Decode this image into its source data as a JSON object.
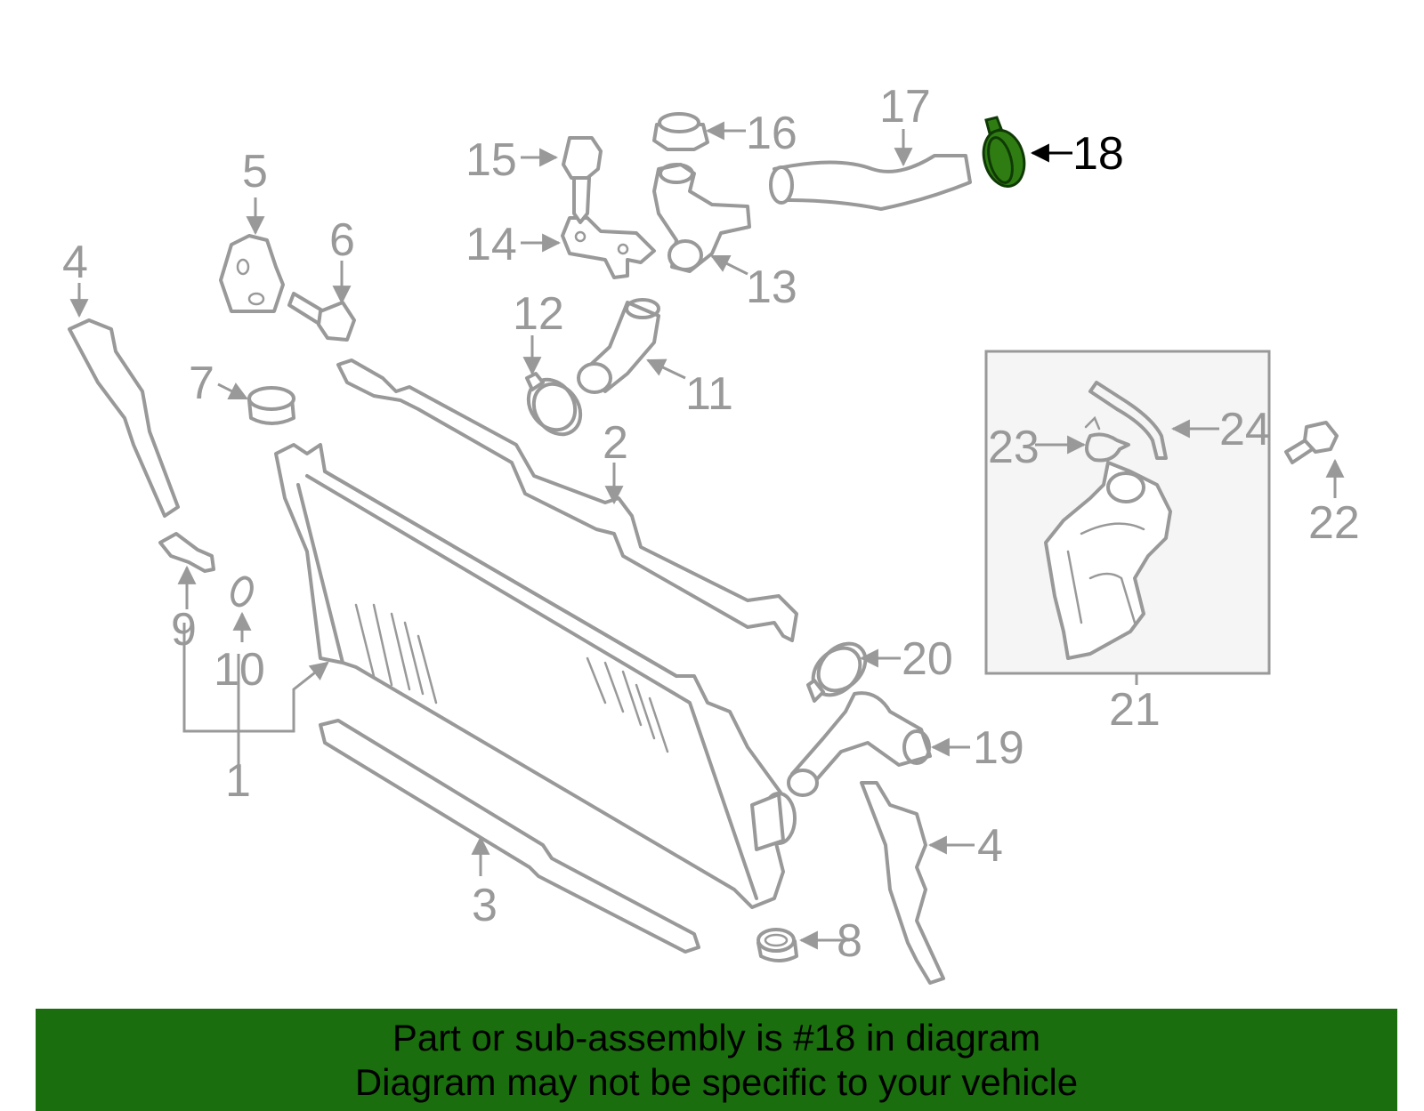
{
  "diagram": {
    "callouts": {
      "c1": "1",
      "c2": "2",
      "c3": "3",
      "c4a": "4",
      "c4b": "4",
      "c5": "5",
      "c6": "6",
      "c7": "7",
      "c8": "8",
      "c9": "9",
      "c10": "10",
      "c11": "11",
      "c12": "12",
      "c13": "13",
      "c14": "14",
      "c15": "15",
      "c16": "16",
      "c17": "17",
      "c18": "18",
      "c19": "19",
      "c20": "20",
      "c21": "21",
      "c22": "22",
      "c23": "23",
      "c24": "24"
    },
    "highlighted_part": "18",
    "colors": {
      "line": "#999999",
      "highlight_fill": "#2f7d12",
      "banner_bg": "#1a6e0d",
      "inset_bg": "#f5f5f5"
    }
  },
  "banner": {
    "line1": "Part or sub-assembly is #18 in diagram",
    "line2": "Diagram may not be specific to your vehicle"
  }
}
